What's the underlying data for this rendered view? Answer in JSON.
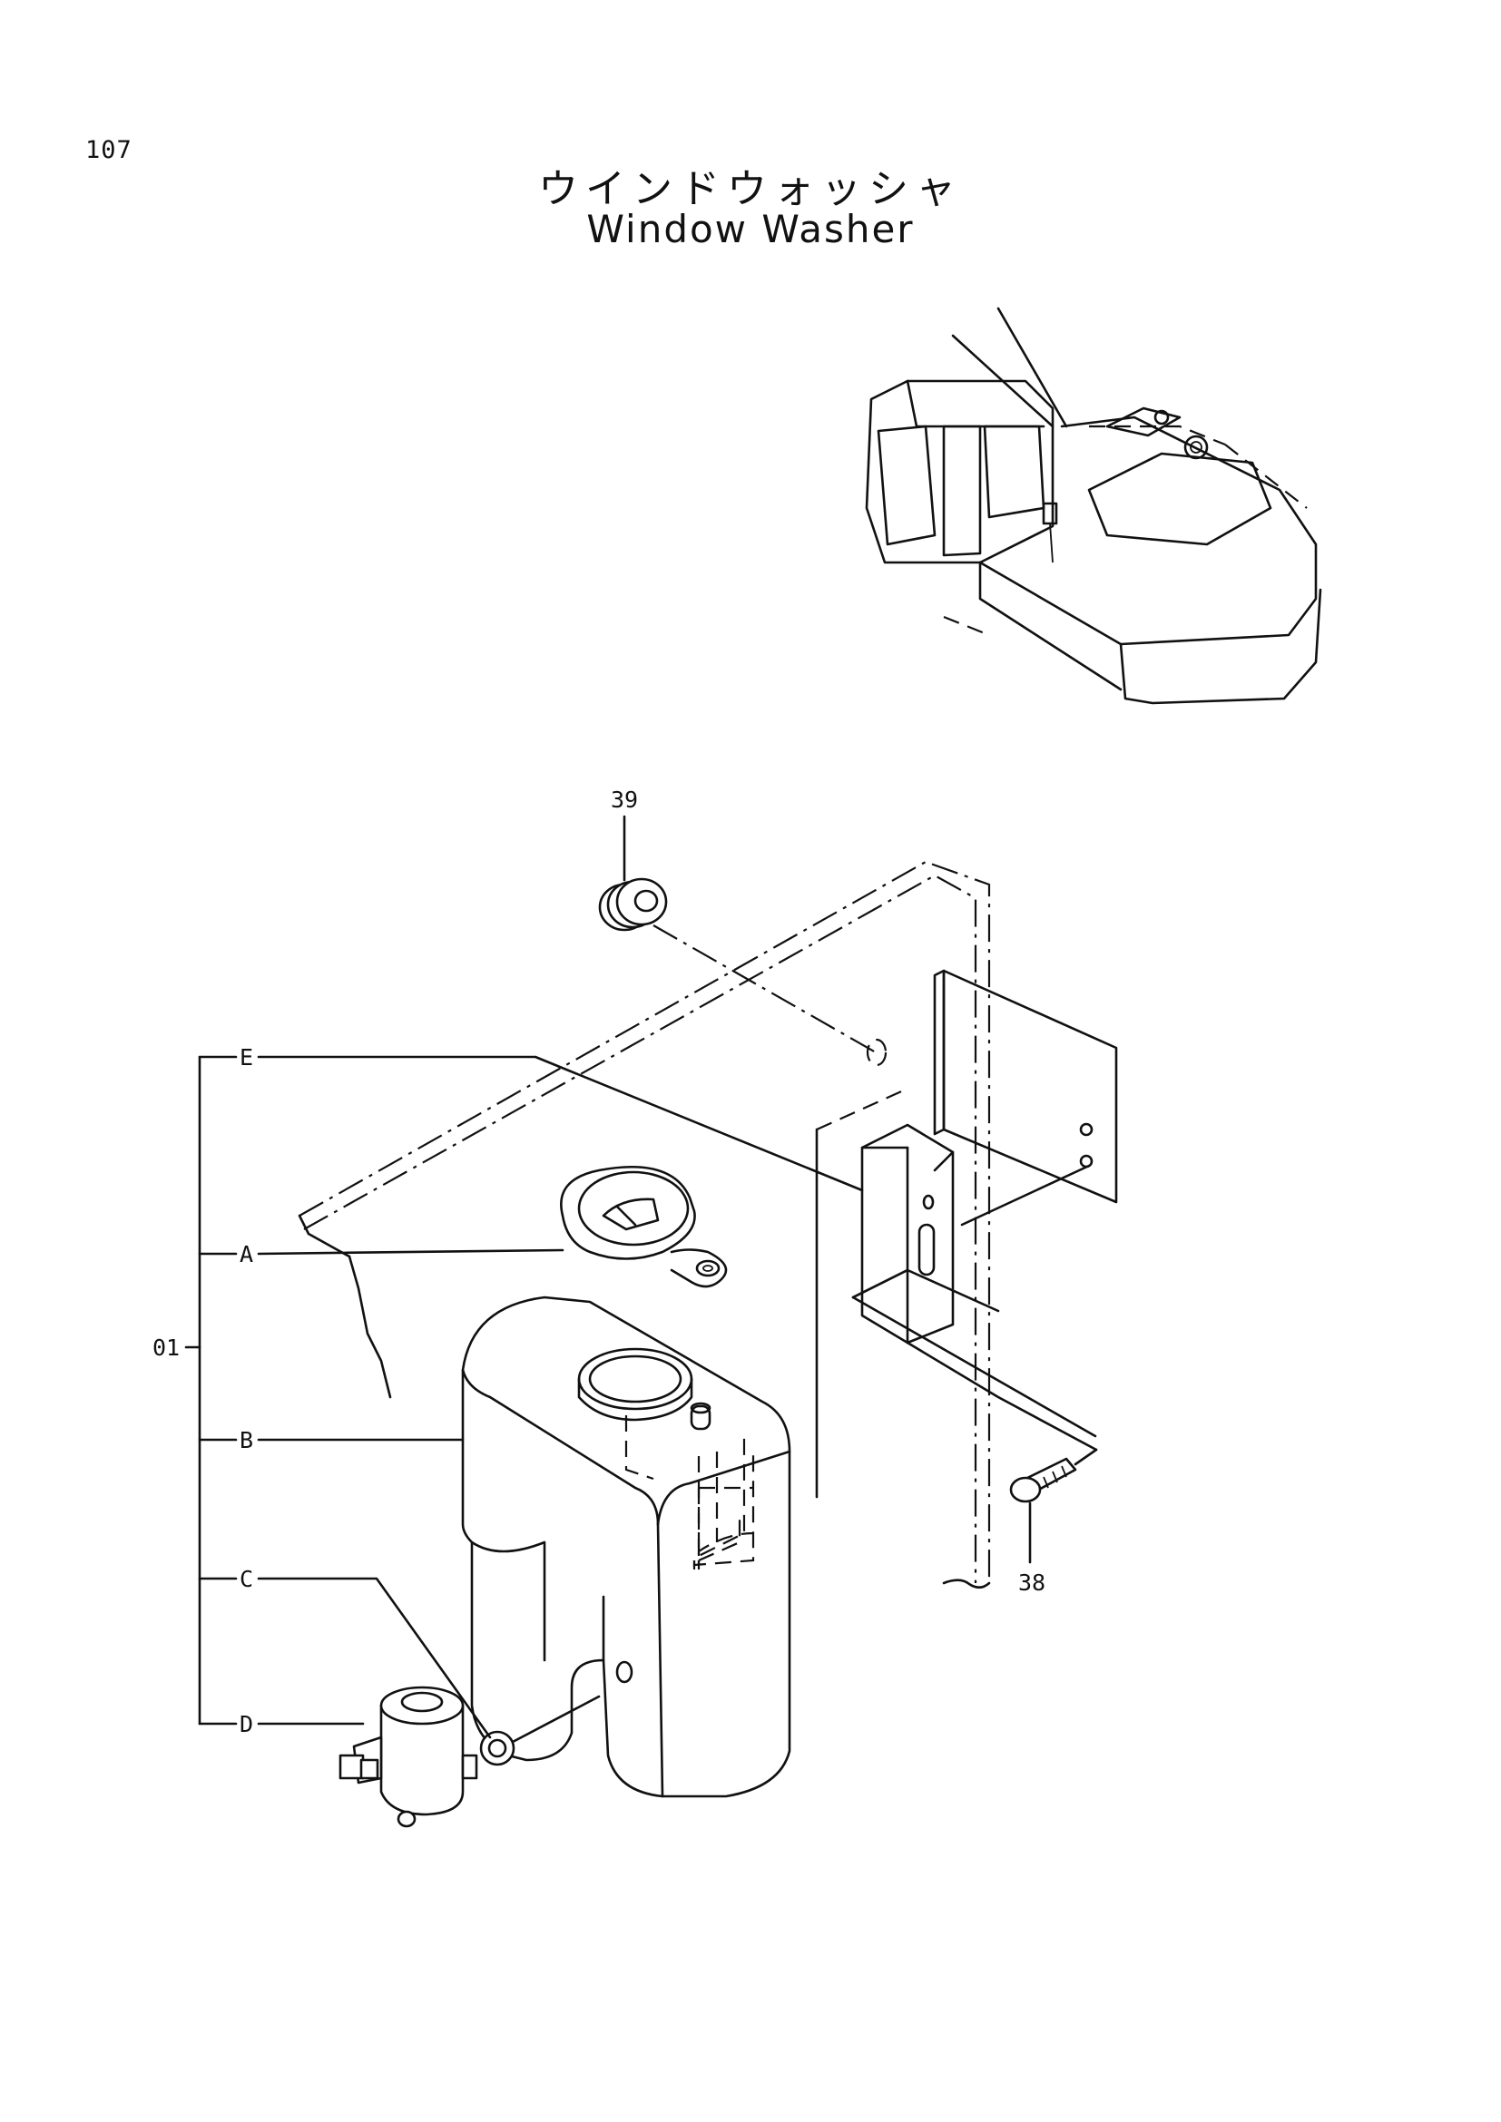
{
  "page": {
    "number": "107"
  },
  "title": {
    "japanese": "ウインドウォッシャ",
    "english": "Window Washer"
  },
  "callouts": {
    "assembly": "01",
    "cap": "A",
    "tank": "B",
    "grommet": "C",
    "pump": "D",
    "bracket": "E",
    "bolt": "38",
    "plug": "39"
  }
}
